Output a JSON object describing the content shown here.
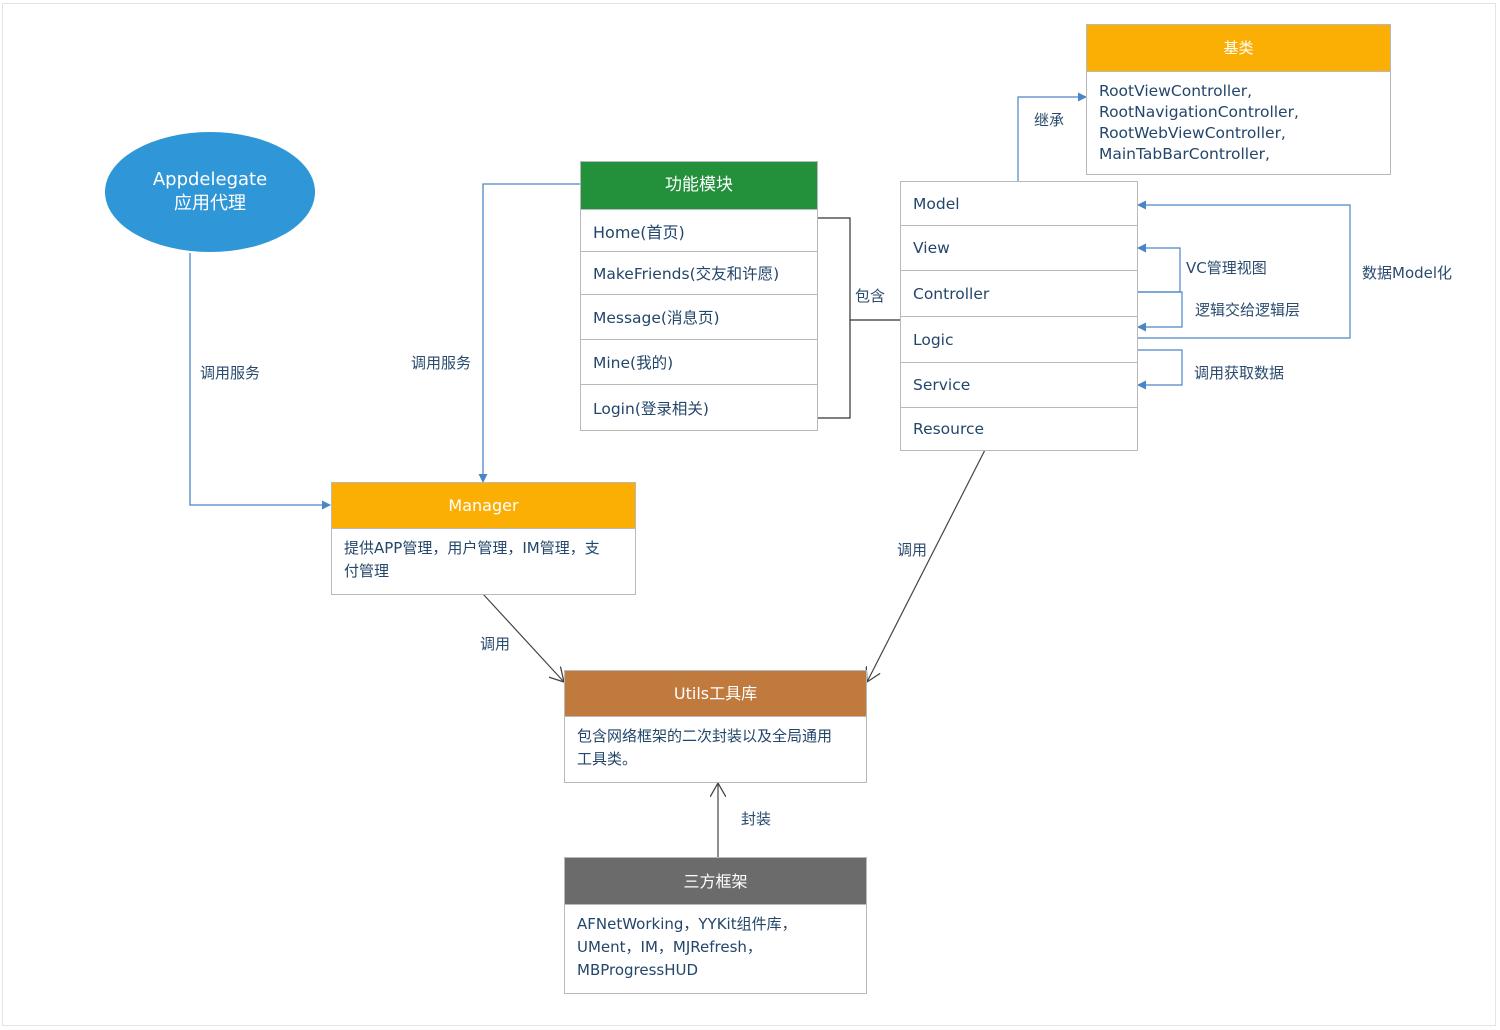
{
  "appdelegate": {
    "line1": "Appdelegate",
    "line2": "应用代理"
  },
  "modules": {
    "title": "功能模块",
    "items": [
      "Home(首页)",
      "MakeFriends(交友和许愿)",
      "Message(消息页)",
      "Mine(我的)",
      "Login(登录相关)"
    ]
  },
  "layers": [
    "Model",
    "View",
    "Controller",
    "Logic",
    "Service",
    "Resource"
  ],
  "base_class": {
    "title": "基类",
    "lines": [
      "RootViewController,",
      "RootNavigationController,",
      "RootWebViewController,",
      "MainTabBarController,"
    ]
  },
  "manager": {
    "title": "Manager",
    "desc_line1": "提供APP管理，用户管理，IM管理，支",
    "desc_line2": "付管理"
  },
  "utils": {
    "title": "Utils工具库",
    "desc_line1": "包含网络框架的二次封装以及全局通用",
    "desc_line2": "工具类。"
  },
  "third_party": {
    "title": "三方框架",
    "lines": [
      "AFNetWorking，YYKit组件库，",
      "UMent，IM，MJRefresh，",
      "MBProgressHUD"
    ]
  },
  "edge_labels": {
    "call_service_left": "调用服务",
    "call_service_mid": "调用服务",
    "contains": "包含",
    "inherit": "继承",
    "vc_manage_view": "VC管理视图",
    "logic_to_logic_layer": "逻辑交给逻辑层",
    "data_model": "数据Model化",
    "call_fetch_data": "调用获取数据",
    "call_manager_utils": "调用",
    "call_service_utils": "调用",
    "wrap": "封装"
  },
  "colors": {
    "ellipse": "#2f96d7",
    "modules_header": "#23913b",
    "orange_header": "#fbaf04",
    "utils_header": "#c17a3d",
    "third_party_header": "#6b6b6b",
    "arrow_blue": "#4a86c5",
    "arrow_dark": "#555555"
  }
}
